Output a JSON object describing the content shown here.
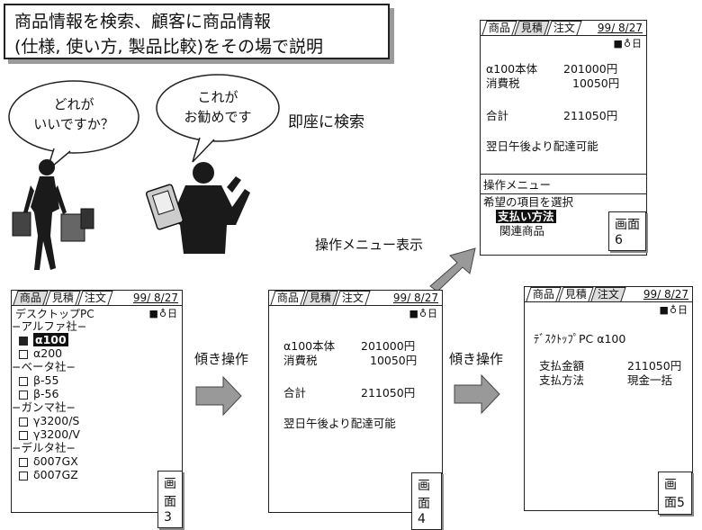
{
  "headline": {
    "line1": "商品情報を検索、顧客に商品情報",
    "line2": "(仕様, 使い方, 製品比較)をその場で説明"
  },
  "bubble_left": {
    "line1": "どれが",
    "line2": "いいですか？"
  },
  "bubble_right": {
    "line1": "これが",
    "line2": "お勧めです"
  },
  "search_label": "即座に検索",
  "tilt_label_1": "傾き操作",
  "tilt_label_2": "傾き操作",
  "menu_display_label": "操作メニュー表示",
  "tabs": {
    "t1": "商品",
    "t2": "見積",
    "t3": "注文"
  },
  "date": "99/ 8/27",
  "status_icons": "■♁日",
  "screen3": {
    "title": "デスクトップPC",
    "caption": "画面3",
    "groups": [
      {
        "name": "アルファ社",
        "items": [
          {
            "label": "α100",
            "checked": true
          },
          {
            "label": "α200",
            "checked": false
          }
        ]
      },
      {
        "name": "ベータ社",
        "items": [
          {
            "label": "β-55",
            "checked": false
          },
          {
            "label": "β-56",
            "checked": false
          }
        ]
      },
      {
        "name": "ガンマ社",
        "items": [
          {
            "label": "γ3200/S",
            "checked": false
          },
          {
            "label": "γ3200/V",
            "checked": false
          }
        ]
      },
      {
        "name": "デルタ社",
        "items": [
          {
            "label": "δ007GX",
            "checked": false
          },
          {
            "label": "δ007GZ",
            "checked": false
          }
        ]
      }
    ]
  },
  "quote": {
    "item": "α100本体",
    "item_price": "201000円",
    "tax_label": "消費税",
    "tax": "10050円",
    "total_label": "合計",
    "total": "211050円",
    "delivery": "翌日午後より配達可能"
  },
  "screen4": {
    "caption": "画面4"
  },
  "screen6": {
    "caption": "画面6",
    "menu_title": "操作メニュー",
    "menu_prompt": "希望の項目を選択",
    "menu_items": [
      "支払い方法",
      "関連商品"
    ]
  },
  "screen5": {
    "caption": "画面5",
    "product": "ﾃﾞｽｸﾄｯﾌﾟPC α100",
    "amount_label": "支払金額",
    "amount": "211050円",
    "method_label": "支払方法",
    "method": "現金一括"
  }
}
